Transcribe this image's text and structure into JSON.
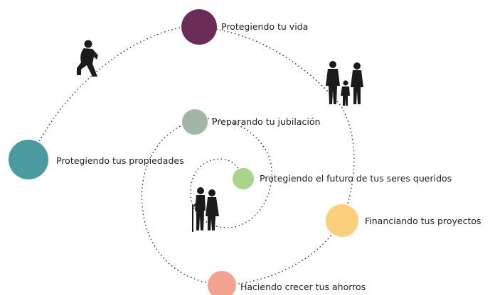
{
  "nodes": [
    {
      "id": "vida",
      "label": "Protegiendo tu vida",
      "color": "#6b2d57"
    },
    {
      "id": "propiedades",
      "label": "Protegiendo tus propiedades",
      "color": "#4b9aa0"
    },
    {
      "id": "jubilacion",
      "label": "Preparando tu jubilación",
      "color": "#a3b5a4"
    },
    {
      "id": "futuro",
      "label": "Protegiendo el futuro de tus seres queridos",
      "color": "#a8d48c"
    },
    {
      "id": "proyectos",
      "label": "Financiando tus proyectos",
      "color": "#fbd07c"
    },
    {
      "id": "ahorros",
      "label": "Haciendo crecer tus ahorros",
      "color": "#f4a392"
    }
  ],
  "icons": {
    "crouching_person": "crouching-person-icon",
    "family": "family-icon",
    "elderly_couple": "elderly-couple-icon"
  }
}
